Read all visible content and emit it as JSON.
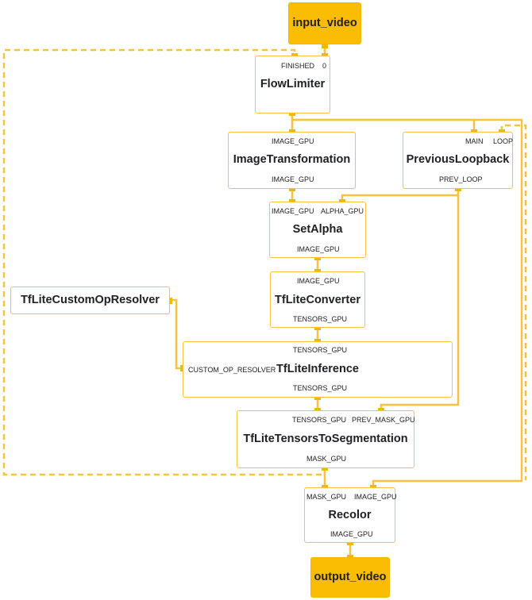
{
  "diagram": {
    "accent_color": "#fbbc04",
    "edge_color": "#f5c242",
    "nodes": {
      "input_video": {
        "title": "input_video"
      },
      "flow_limiter": {
        "title": "FlowLimiter",
        "ports": {
          "finished": "FINISHED",
          "zero": "0"
        }
      },
      "image_transformation": {
        "title": "ImageTransformation",
        "ports": {
          "in": "IMAGE_GPU",
          "out": "IMAGE_GPU"
        }
      },
      "previous_loopback": {
        "title": "PreviousLoopback",
        "ports": {
          "main": "MAIN",
          "loop": "LOOP",
          "out": "PREV_LOOP"
        }
      },
      "set_alpha": {
        "title": "SetAlpha",
        "ports": {
          "in_image": "IMAGE_GPU",
          "in_alpha": "ALPHA_GPU",
          "out": "IMAGE_GPU"
        }
      },
      "tflite_converter": {
        "title": "TfLiteConverter",
        "ports": {
          "in": "IMAGE_GPU",
          "out": "TENSORS_GPU"
        }
      },
      "tflite_custom_op_resolver": {
        "title": "TfLiteCustomOpResolver"
      },
      "tflite_inference": {
        "title": "TfLiteInference",
        "ports": {
          "in": "TENSORS_GPU",
          "resolver": "CUSTOM_OP_RESOLVER",
          "out": "TENSORS_GPU"
        }
      },
      "tensors_to_segmentation": {
        "title": "TfLiteTensorsToSegmentation",
        "ports": {
          "in_tensors": "TENSORS_GPU",
          "in_prev_mask": "PREV_MASK_GPU",
          "out": "MASK_GPU"
        }
      },
      "recolor": {
        "title": "Recolor",
        "ports": {
          "in_mask": "MASK_GPU",
          "in_image": "IMAGE_GPU",
          "out": "IMAGE_GPU"
        }
      },
      "output_video": {
        "title": "output_video"
      }
    }
  }
}
